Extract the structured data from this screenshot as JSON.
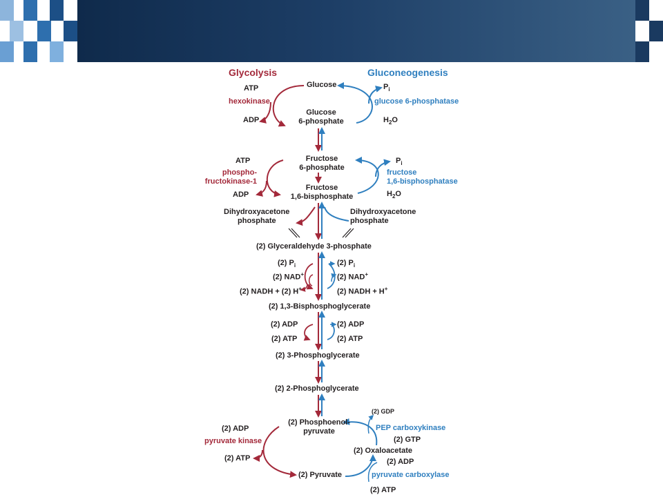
{
  "header": {
    "accent_color": "#1d3e66"
  },
  "titles": {
    "glycolysis": "Glycolysis",
    "gluconeogenesis": "Gluconeogenesis"
  },
  "metabolites": {
    "glucose": "Glucose",
    "g6p_1": "Glucose",
    "g6p_2": "6-phosphate",
    "f6p_1": "Fructose",
    "f6p_2": "6-phosphate",
    "f16bp_1": "Fructose",
    "f16bp_2": "1,6-bisphosphate",
    "dhap_left_1": "Dihydroxyacetone",
    "dhap_left_2": "phosphate",
    "dhap_right_1": "Dihydroxyacetone",
    "dhap_right_2": "phosphate",
    "g3p": "(2) Glyceraldehyde 3-phosphate",
    "bpg13": "(2) 1,3-Bisphosphoglycerate",
    "pg3": "(2) 3-Phosphoglycerate",
    "pg2": "(2) 2-Phosphoglycerate",
    "pep_1": "(2) Phosphoenol-",
    "pep_2": "pyruvate",
    "oxaloacetate": "(2) Oxaloacetate",
    "pyruvate": "(2) Pyruvate"
  },
  "glycolysis_side": {
    "atp_1": "ATP",
    "hexokinase": "hexokinase",
    "adp_1": "ADP",
    "atp_2": "ATP",
    "pfk_1": "phospho-",
    "pfk_2": "fructokinase-1",
    "adp_2": "ADP",
    "pi": "(2) P",
    "pi_sub": "i",
    "nad": "(2) NAD",
    "nad_sup": "+",
    "nadh": "(2) NADH + (2) H",
    "nadh_sup": "+",
    "adp_3": "(2) ADP",
    "atp_3": "(2) ATP",
    "adp_4": "(2) ADP",
    "pyruvate_kinase": "pyruvate kinase",
    "atp_4": "(2) ATP"
  },
  "gluconeogenesis_side": {
    "pi_1": "P",
    "pi_1_sub": "i",
    "g6pase": "glucose 6-phosphatase",
    "h2o_1": "H",
    "h2o_1_sub": "2",
    "h2o_1_end": "O",
    "pi_2": "P",
    "pi_2_sub": "i",
    "fbpase_1": "fructose",
    "fbpase_2": "1,6-bisphosphatase",
    "h2o_2": "H",
    "h2o_2_sub": "2",
    "h2o_2_end": "O",
    "pi_3": "(2) P",
    "pi_3_sub": "i",
    "nad": "(2) NAD",
    "nad_sup": "+",
    "nadh": "(2) NADH + H",
    "nadh_sup": "+",
    "adp": "(2) ADP",
    "atp": "(2) ATP",
    "gdp": "(2) GDP",
    "pepck": "PEP carboxykinase",
    "gtp": "(2) GTP",
    "adp_2": "(2) ADP",
    "pyruvate_carboxylase": "pyruvate carboxylase",
    "atp_2": "(2) ATP"
  },
  "colors": {
    "glycolysis": "#a3293a",
    "gluconeogenesis": "#2f7fbf",
    "text": "#231f20"
  }
}
